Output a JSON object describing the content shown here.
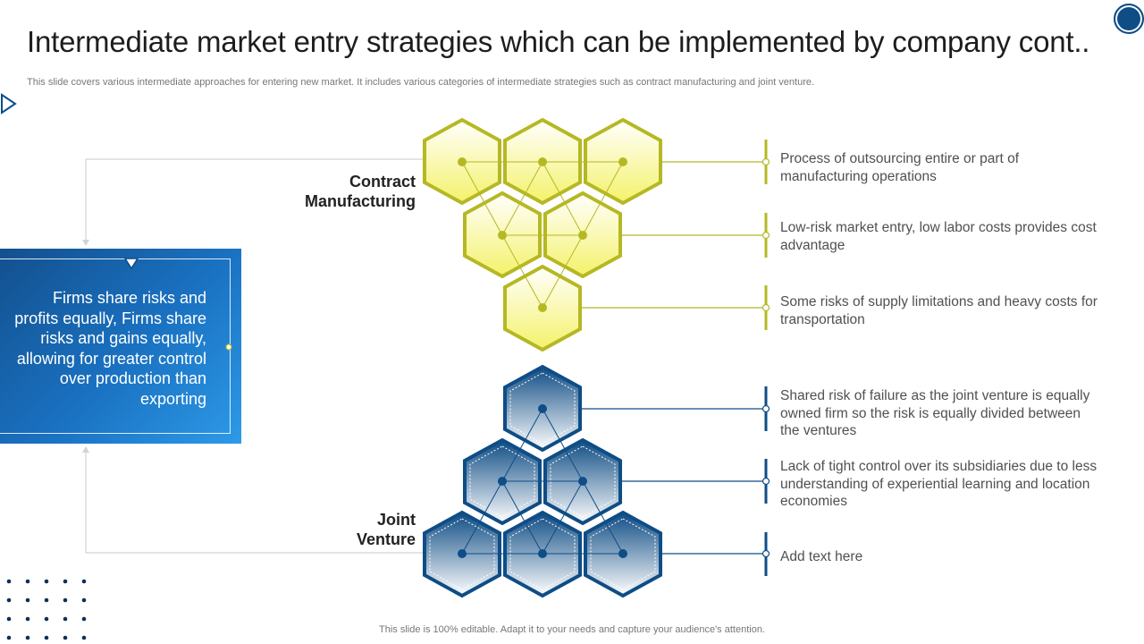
{
  "title": "Intermediate market entry strategies which can be implemented by company cont..",
  "subtitle": "This slide covers various intermediate approaches for entering new market. It includes various categories of intermediate strategies such as contract manufacturing and joint venture.",
  "footer": "This slide is 100% editable. Adapt it to your needs and capture your audience's attention.",
  "center_box": {
    "text": "Firms share risks and profits equally, Firms share risks and gains equally, allowing for greater control over production than exporting"
  },
  "categories": [
    {
      "label_line1": "Contract",
      "label_line2": "Manufacturing",
      "color": "#b5b823",
      "points": [
        "Process of outsourcing  entire or part of manufacturing  operations",
        "Low-risk market entry, low labor costs provides cost advantage",
        "Some risks of supply limitations and heavy costs for transportation"
      ]
    },
    {
      "label_line1": "Joint",
      "label_line2": "Venture",
      "color": "#0e4d86",
      "points": [
        "Shared risk of failure as the joint venture  is equally owned firm so the risk is equally divided between the ventures",
        "Lack of tight control over its subsidiaries due to less understanding  of experiential learning and location economies",
        "Add text here"
      ]
    }
  ],
  "icons": [
    "play-icon",
    "circle-icon",
    "dot-grid",
    "triangle-icon"
  ]
}
